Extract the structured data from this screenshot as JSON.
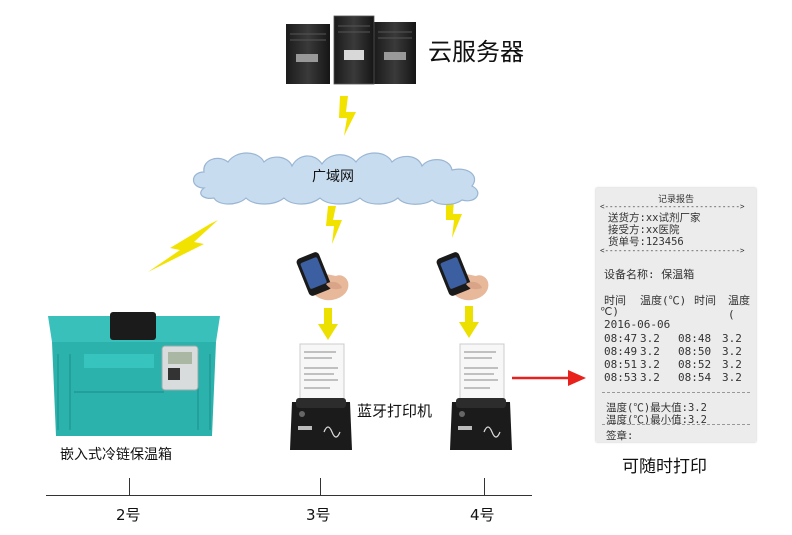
{
  "labels": {
    "server": "云服务器",
    "wan": "广域网",
    "bt_printer": "蓝牙打印机",
    "cooler": "嵌入式冷链保温箱",
    "print_anytime": "可随时打印",
    "axis": [
      "2号",
      "3号",
      "4号"
    ]
  },
  "receipt": {
    "title": "记录报告",
    "sep": "<------------------------------>",
    "sender": "送货方:xx试剂厂家",
    "receiver": "接受方:xx医院",
    "order": "货单号:123456",
    "device": "设备名称: 保温箱",
    "headers": [
      "时间",
      "温度(℃)",
      "时间",
      "温度("
    ],
    "header_wrap": "℃)",
    "date": "2016-06-06",
    "rows": [
      [
        "08:47",
        "3.2",
        "08:48",
        "3.2"
      ],
      [
        "08:49",
        "3.2",
        "08:50",
        "3.2"
      ],
      [
        "08:51",
        "3.2",
        "08:52",
        "3.2"
      ],
      [
        "08:53",
        "3.2",
        "08:54",
        "3.2"
      ]
    ],
    "max": "温度(℃)最大值:3.2",
    "min": "温度(℃)最小值:3.2",
    "sign": "签章:"
  },
  "colors": {
    "lightning": "#f2e200",
    "arrow_yellow": "#ece000",
    "arrow_red": "#e8211d",
    "cloud_fill": "#c8dcef",
    "cloud_stroke": "#9ab6d4",
    "cooler": "#2bb2ad"
  }
}
